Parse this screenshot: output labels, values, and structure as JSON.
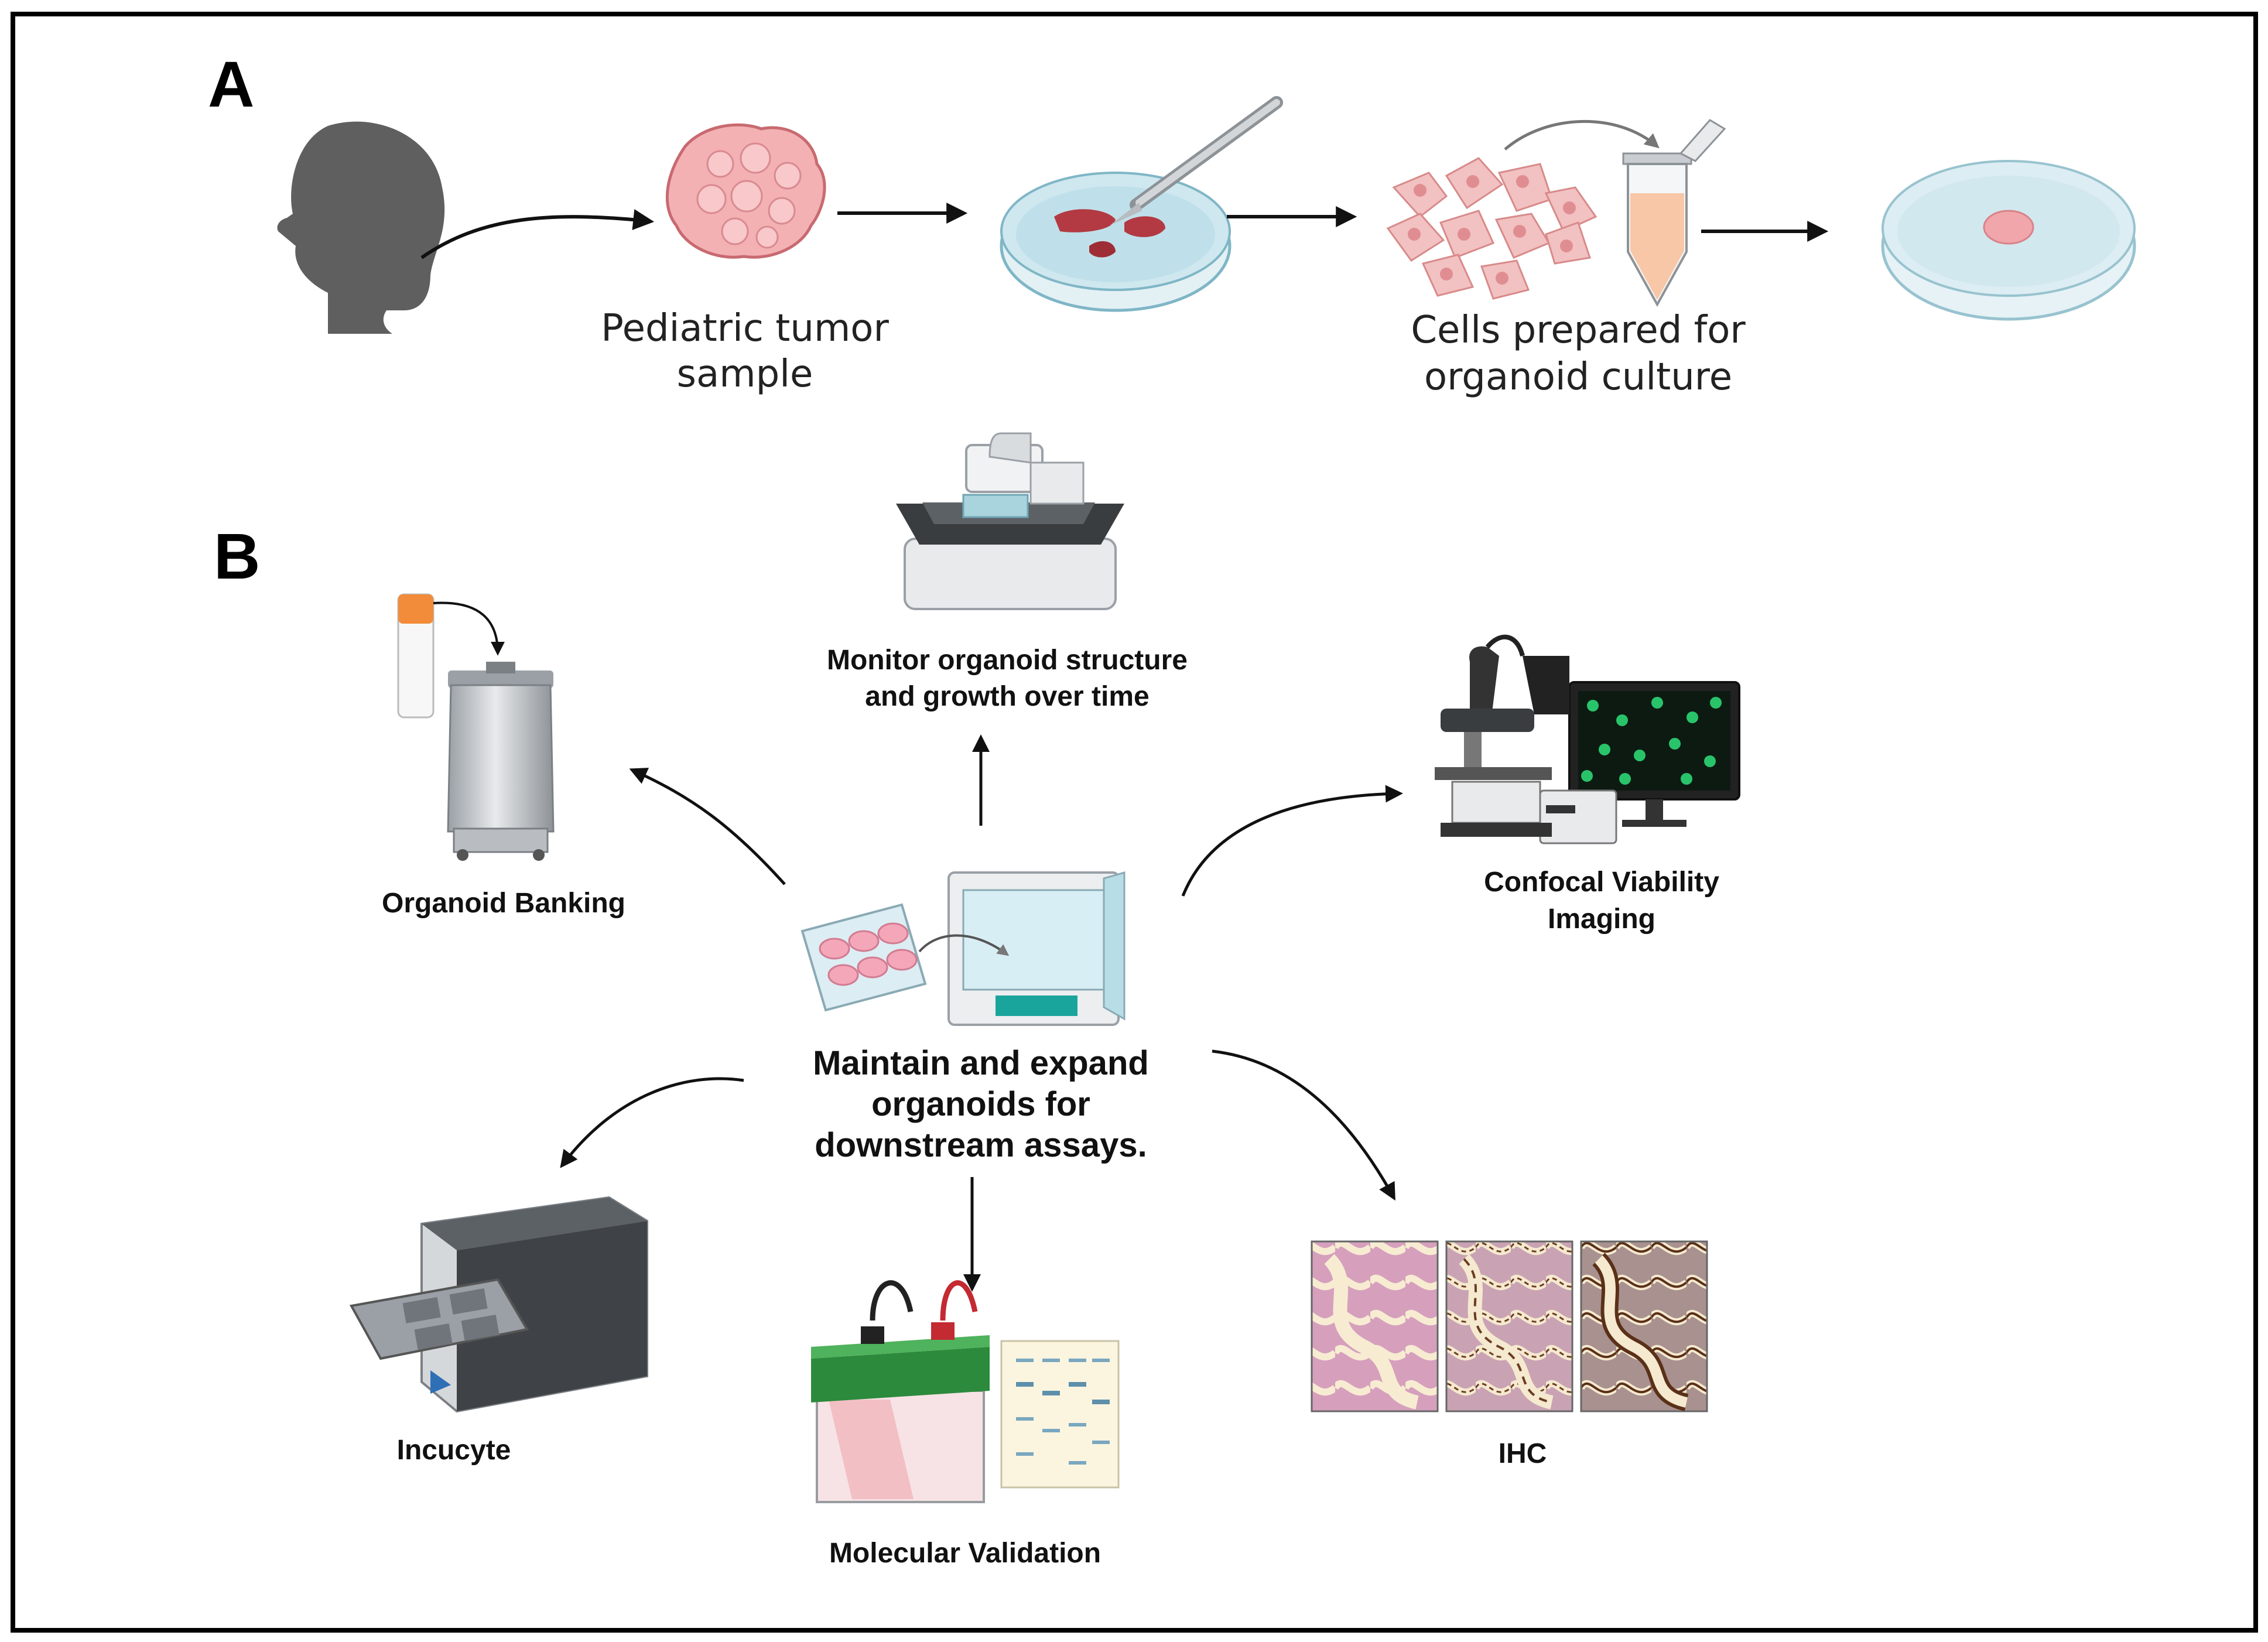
{
  "panels": {
    "a": {
      "letter": "A",
      "tumor_label": [
        "Pediatric tumor",
        "sample"
      ],
      "cells_label": [
        "Cells prepared for",
        "organoid culture"
      ]
    },
    "b": {
      "letter": "B",
      "center_label": [
        "Maintain and expand",
        "organoids for",
        "downstream assays."
      ],
      "monitor_label": [
        "Monitor organoid structure",
        "and growth over time"
      ],
      "banking_label": "Organoid Banking",
      "confocal_label": [
        "Confocal Viability",
        "Imaging"
      ],
      "incucyte_label": "Incucyte",
      "molecular_label": "Molecular Validation",
      "ihc_label": "IHC"
    }
  },
  "icons": [
    "child-silhouette-icon",
    "tumor-sample-icon",
    "petri-dish-scalpel-icon",
    "cells-icon",
    "tube-icon",
    "organoid-dish-icon",
    "microscope-icon",
    "cryo-tank-icon",
    "confocal-microscope-icon",
    "incubator-icon",
    "well-plate-icon",
    "incucyte-icon",
    "electrophoresis-icon",
    "gel-icon",
    "ihc-tiles-icon"
  ],
  "colors": {
    "frame": "#000000",
    "silhouette": "#5f5f5f",
    "tumor": "#f3b1b4",
    "tissue": "#b33a42",
    "dish": "#cfe7ee",
    "cells": "#f2c1c1",
    "medium": "#f7c7a8",
    "organoid": "#f0a6aa",
    "ihc_pink": "#d98fab",
    "ihc_brown": "#6b3d22"
  }
}
